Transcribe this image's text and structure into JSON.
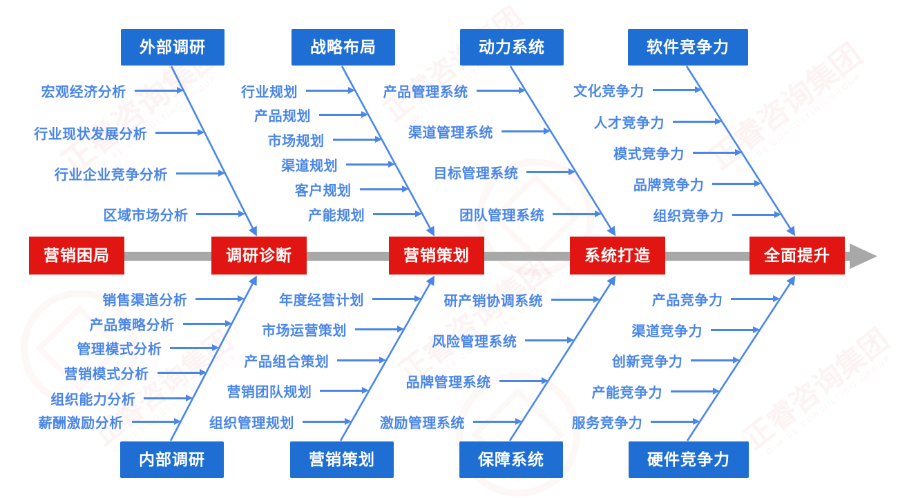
{
  "colors": {
    "red": "#e11612",
    "blue_box": "#1e6ed3",
    "blue": "#4a86e8",
    "spine_gray": "#a8a8a8"
  },
  "spine": {
    "nodes": [
      "营销困局",
      "调研诊断",
      "营销策划",
      "系统打造",
      "全面提升"
    ]
  },
  "top_sections": [
    {
      "label": "外部调研",
      "items": [
        "宏观经济分析",
        "行业现状发展分析",
        "行业企业竞争分析",
        "区域市场分析"
      ]
    },
    {
      "label": "战略布局",
      "items": [
        "行业规划",
        "产品规划",
        "市场规划",
        "渠道规划",
        "客户规划",
        "产能规划"
      ]
    },
    {
      "label": "动力系统",
      "items": [
        "产品管理系统",
        "渠道管理系统",
        "目标管理系统",
        "团队管理系统"
      ]
    },
    {
      "label": "软件竞争力",
      "items": [
        "文化竞争力",
        "人才竞争力",
        "模式竞争力",
        "品牌竞争力",
        "组织竞争力"
      ]
    }
  ],
  "bottom_sections": [
    {
      "label": "内部调研",
      "items": [
        "销售渠道分析",
        "产品策略分析",
        "管理模式分析",
        "营销模式分析",
        "组织能力分析",
        "薪酬激励分析"
      ]
    },
    {
      "label": "营销策划",
      "items": [
        "年度经营计划",
        "市场运营策划",
        "产品组合策划",
        "营销团队规划",
        "组织管理规划"
      ]
    },
    {
      "label": "保障系统",
      "items": [
        "研产销协调系统",
        "风险管理系统",
        "品牌管理系统",
        "激励管理系统"
      ]
    },
    {
      "label": "硬件竞争力",
      "items": [
        "产品竞争力",
        "渠道竞争力",
        "创新竞争力",
        "产能竞争力",
        "服务竞争力"
      ]
    }
  ],
  "watermark": {
    "text": "正睿咨询集团",
    "subtext": "G-WISE CONSULTING GROUP"
  }
}
